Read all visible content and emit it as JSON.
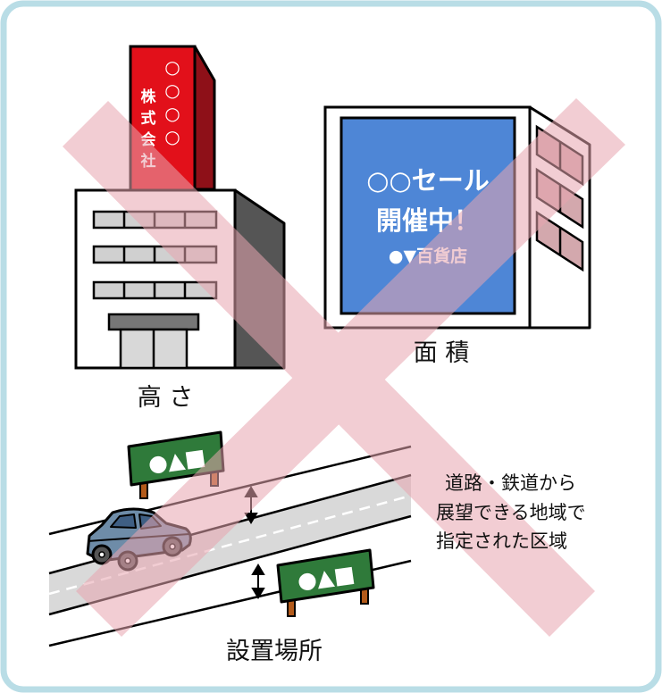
{
  "colors": {
    "frame_border": "#b9dde6",
    "cross": "#e8a6b0",
    "building_red": "#e2101a",
    "building_red_side": "#8e1018",
    "billboard_blue": "#4e86d6",
    "window_pink": "#d3a8ad",
    "signboard_green": "#2f7a3a",
    "car_body": "#6e8ca8",
    "road_gray": "#d9d9d9"
  },
  "building1": {
    "sign_circles": [
      "○",
      "○",
      "○",
      "○"
    ],
    "sign_chars": [
      "株",
      "式",
      "会",
      "社"
    ],
    "label": "高 さ"
  },
  "building2": {
    "billboard_line1": "○○セール",
    "billboard_line2": "開催中！",
    "billboard_line3": "●▼百貨店",
    "label": "面 積"
  },
  "road_scene": {
    "signboard_symbols": "●▲■",
    "note_line1": "道路・鉄道から",
    "note_line2": "展望できる地域で",
    "note_line3": "指定された区域",
    "label": "設置場所"
  },
  "icons": [
    "cross-mark-icon",
    "tall-building-icon",
    "billboard-building-icon",
    "car-icon",
    "signboard-icon",
    "distance-arrow-icon"
  ]
}
